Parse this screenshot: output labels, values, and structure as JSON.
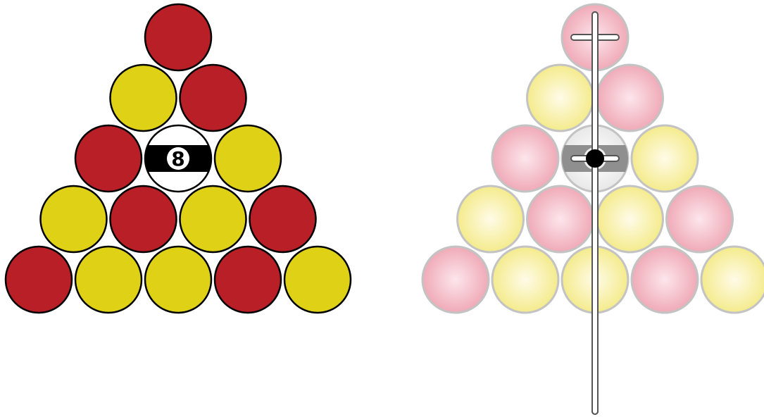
{
  "colors": {
    "red": "#b91f27",
    "yellow": "#dfd116",
    "black": "#000000",
    "white": "#ffffff",
    "faded_red": "#f2b4bf",
    "faded_yellow": "#f7f0a2",
    "faded_outline": "#c3c3c3"
  },
  "rack_pattern": [
    [
      "red"
    ],
    [
      "yellow",
      "red"
    ],
    [
      "red",
      "eight",
      "yellow"
    ],
    [
      "yellow",
      "red",
      "yellow",
      "red"
    ],
    [
      "red",
      "yellow",
      "yellow",
      "red",
      "yellow"
    ]
  ],
  "eight_ball": {
    "label": "8"
  },
  "alignment_guide": {
    "icon": "vertical-cue-line-with-crosshairs",
    "markers": [
      "top-ball-center",
      "eight-ball-center"
    ]
  }
}
